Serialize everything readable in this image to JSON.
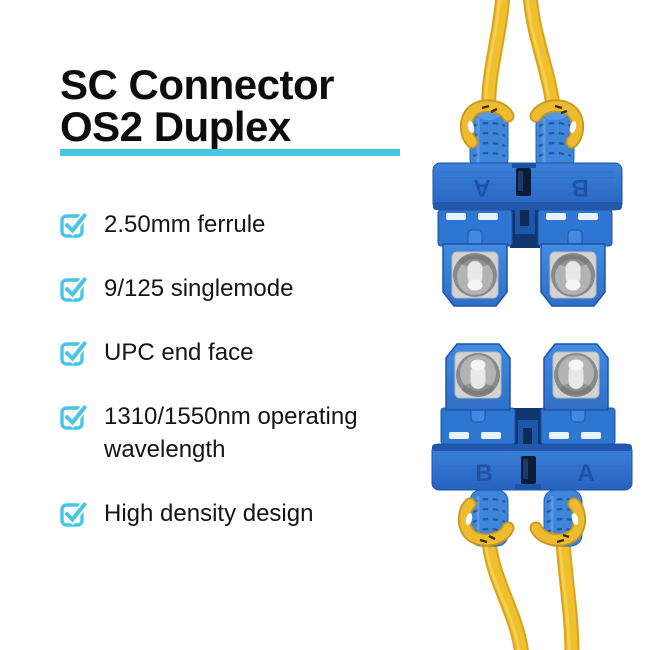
{
  "title": {
    "line1": "SC Connector",
    "line2": "OS2 Duplex",
    "underline_color": "#46C6E3"
  },
  "features": {
    "checkbox_color": "#46C6E3",
    "items": [
      {
        "label": "2.50mm ferrule"
      },
      {
        "label": "9/125 singlemode"
      },
      {
        "label": "UPC end face"
      },
      {
        "label": "1310/1550nm operating wavelength"
      },
      {
        "label": "High density design"
      }
    ]
  },
  "product": {
    "top_view_labels": {
      "left": "A",
      "right": "B"
    },
    "bottom_view_labels": {
      "left": "B",
      "right": "A"
    },
    "colors": {
      "cable_yellow": "#EFBF2E",
      "clip_blue": "#2E72D0",
      "connector_blue": "#3F88E0",
      "boot_blue": "#3F86DB",
      "ferrule_gray": "#D3D3D3",
      "ferrule_white": "#EDEDED"
    }
  }
}
